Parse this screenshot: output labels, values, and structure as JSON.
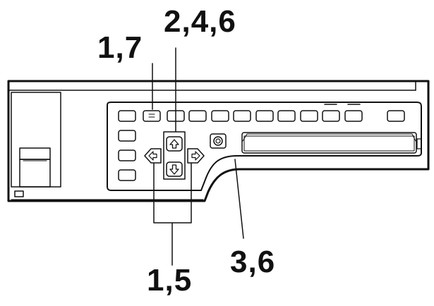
{
  "callouts": {
    "c17": "1,7",
    "c246": "2,4,6",
    "c36": "3,6",
    "c15": "1,5"
  },
  "colors": {
    "line": "#111111",
    "panel_fill": "#ffffff"
  },
  "icons": {
    "up": "arrow-up-icon",
    "down": "arrow-down-icon",
    "left": "arrow-left-icon",
    "right": "arrow-right-icon",
    "knob": "knob-icon",
    "indicator": "indicator-icon"
  }
}
